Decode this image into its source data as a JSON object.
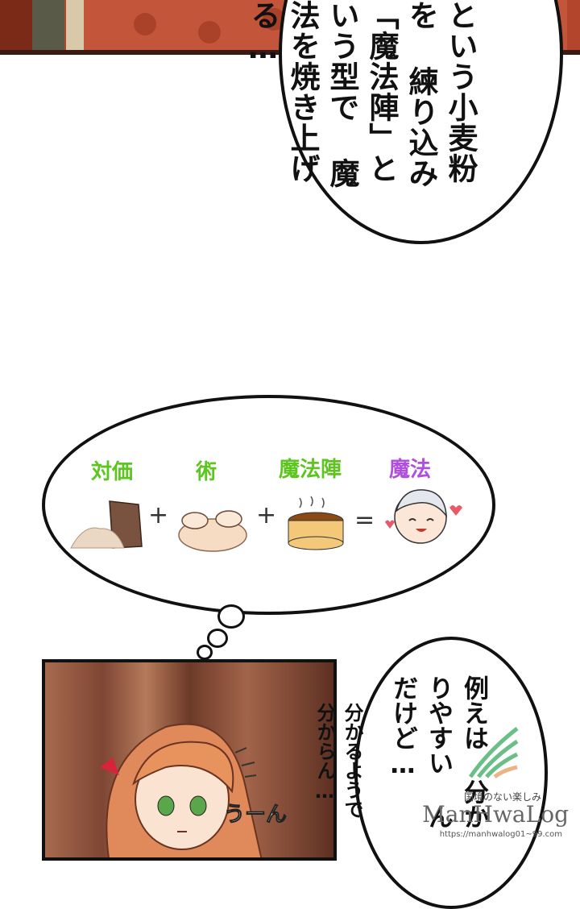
{
  "panel_top": {
    "bubble_lines": [
      "という小麦粉を",
      "練り込み",
      "「魔法陣」という型で",
      "魔法を焼き上げる…"
    ]
  },
  "thought_bubble": {
    "labels": {
      "price": "対価",
      "skill": "術",
      "circle": "魔法陣",
      "magic": "魔法"
    },
    "plus_sign": "+",
    "equals_sign": "="
  },
  "panel_bottom": {
    "sound_effect": "うーん",
    "side_lines": [
      "分かるようで",
      "分からん…"
    ],
    "bubble_lines": [
      "例えは",
      "分かりやすい",
      "んだけど…"
    ]
  },
  "watermark": {
    "tagline": "国境のない楽しみ",
    "brand": "ManHwaLog",
    "url": "https://manhwalog01~99.com"
  },
  "colors": {
    "label_green": "#5cc61e",
    "label_purple": "#b04ee0",
    "panel_brown": "#8b4a36",
    "watermark_green": "#45b06a"
  }
}
